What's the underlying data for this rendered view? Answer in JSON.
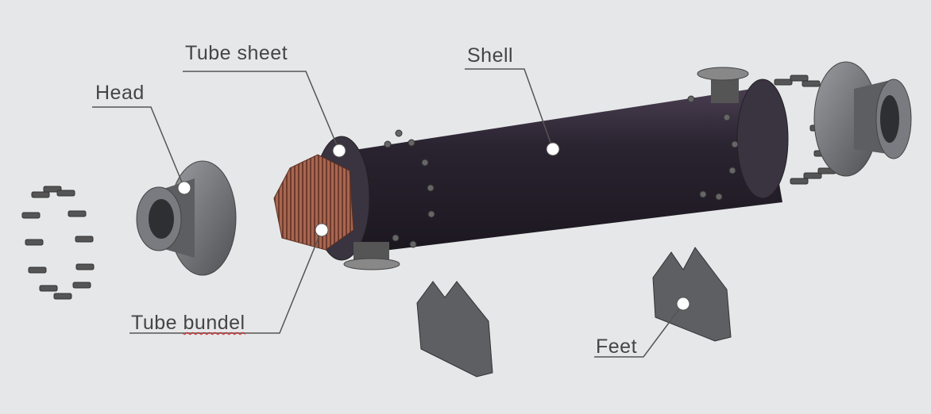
{
  "labels": {
    "head": "Head",
    "tube_sheet": "Tube sheet",
    "shell": "Shell",
    "tube_bundel_word1": "Tube",
    "tube_bundel_word2": "bundel",
    "feet": "Feet"
  },
  "colors": {
    "background": "#e6e7e9",
    "shell": "#2a2330",
    "steel": "#6b6c70",
    "bundle": "#9a5a44",
    "leader": "#555555"
  }
}
